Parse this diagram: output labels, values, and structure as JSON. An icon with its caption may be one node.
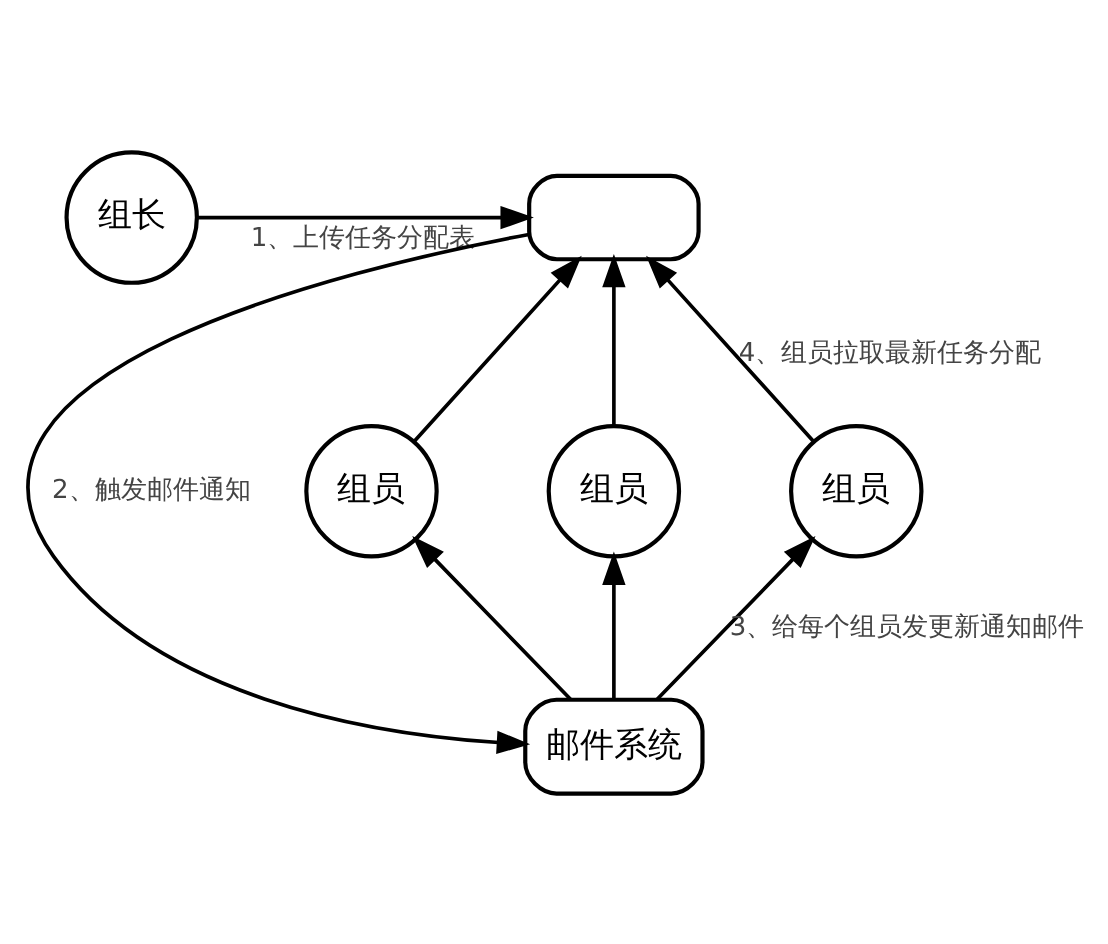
{
  "diagram": {
    "nodes": [
      {
        "text": [
          "组长"
        ]
      },
      {
        "text": [],
        "shape": "box"
      },
      {
        "text": [
          "组员"
        ]
      },
      {
        "text": [
          "组员"
        ]
      },
      {
        "text": [
          "组员"
        ]
      },
      {
        "text": [
          "邮件系统"
        ]
      }
    ],
    "edges": [
      {
        "from": 0,
        "to": 1,
        "arrow": "to",
        "label": "1、上传任务分配表"
      },
      {
        "from": 1,
        "to": 5,
        "arrow": "to",
        "label": "2、触发邮件通知"
      },
      {
        "from": 2,
        "to": 1,
        "arrow": "to"
      },
      {
        "from": 3,
        "to": 1,
        "arrow": "to"
      },
      {
        "from": 4,
        "to": 1,
        "arrow": "to",
        "label": "4、组员拉取最新任务分配"
      },
      {
        "from": 5,
        "to": 2,
        "arrow": "to"
      },
      {
        "from": 5,
        "to": 3,
        "arrow": "to"
      },
      {
        "from": 5,
        "to": 4,
        "arrow": "to",
        "label": "3、给每个组员发更新通知邮件"
      }
    ]
  }
}
